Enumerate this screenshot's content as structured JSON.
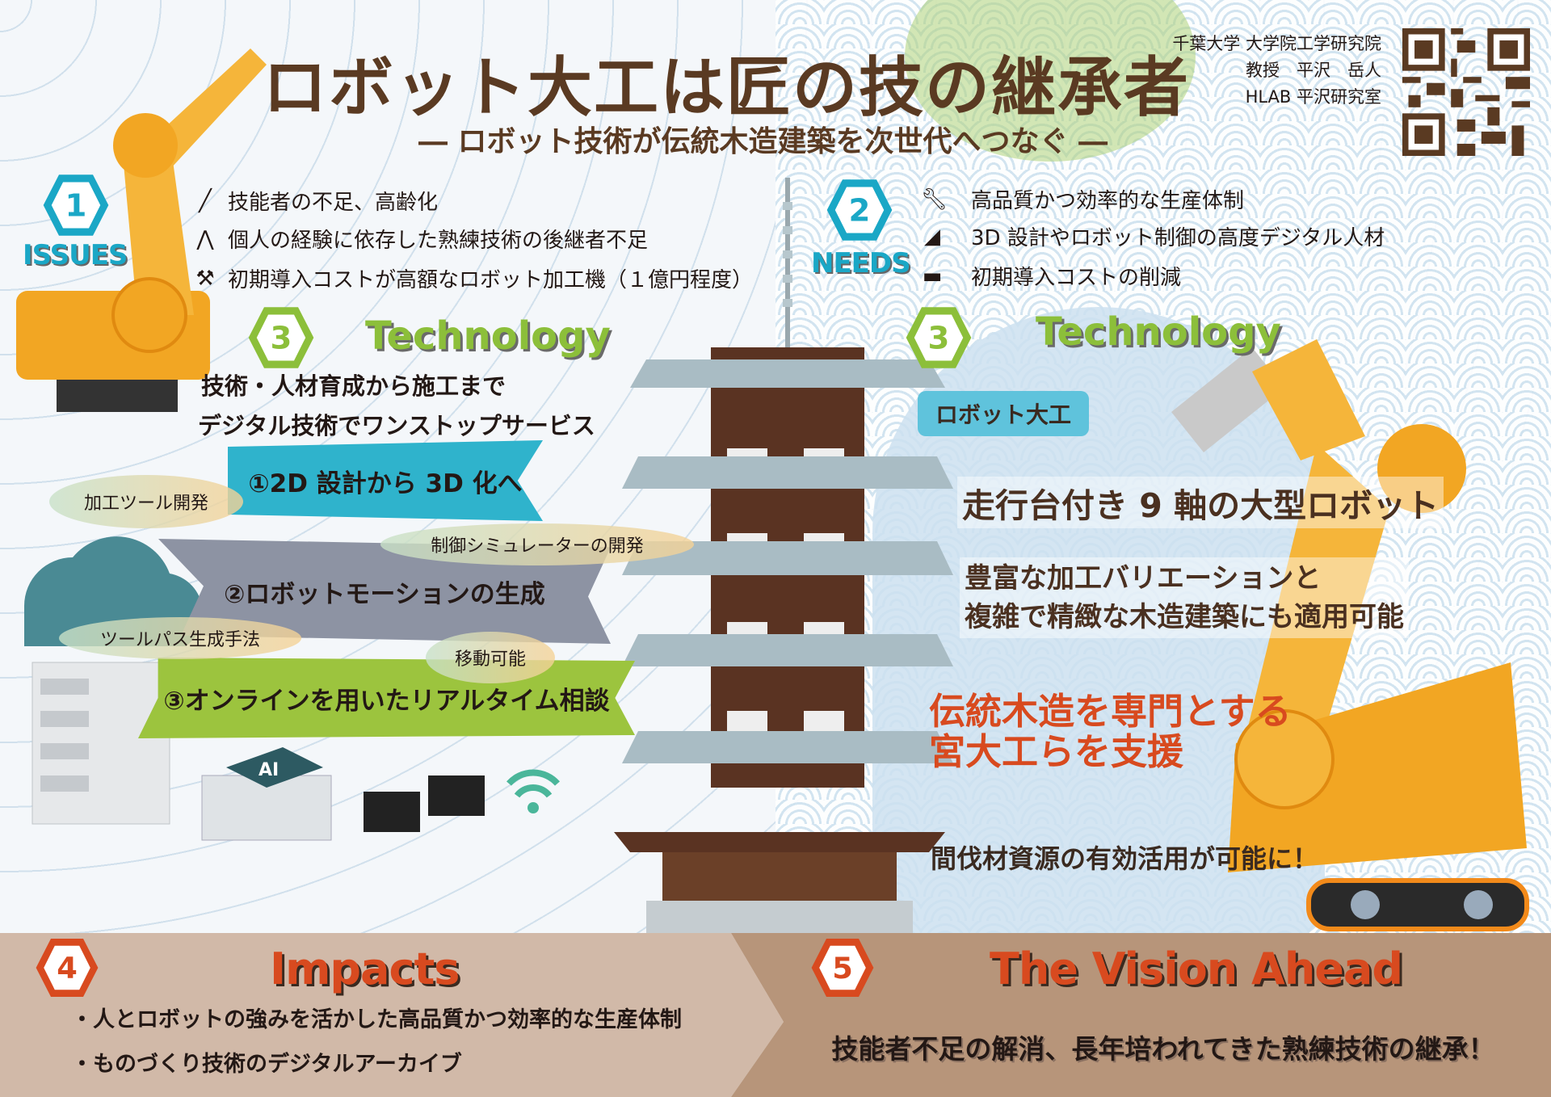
{
  "header": {
    "title": "ロボット大工は匠の技の継承者",
    "subtitle": "― ロボット技術が伝統木造建築を次世代へつなぐ ―",
    "affiliation": [
      "千葉大学 大学院工学研究院",
      "教授　平沢　岳人",
      "HLAB 平沢研究室"
    ],
    "qr_icon": "qr-code"
  },
  "issues": {
    "number": "1",
    "label": "ISSUES",
    "color": "#1aa7c6",
    "items": [
      {
        "icon": "screwdriver-icon",
        "text": "技能者の不足、高齢化"
      },
      {
        "icon": "pliers-icon",
        "text": "個人の経験に依存した熟練技術の後継者不足"
      },
      {
        "icon": "hammer-icon",
        "text": "初期導入コストが高額なロボット加工機（１億円程度）"
      }
    ]
  },
  "needs": {
    "number": "2",
    "label": "NEEDS",
    "color": "#1aa7c6",
    "items": [
      {
        "icon": "wrench-icon",
        "text": "高品質かつ効率的な生産体制"
      },
      {
        "icon": "tape-measure-icon",
        "text": "3D 設計やロボット制御の高度デジタル人材"
      },
      {
        "icon": "paint-roller-icon",
        "text": "初期導入コストの削減"
      }
    ]
  },
  "technology_left": {
    "number": "3",
    "heading": "Technology",
    "lead": [
      "技術・人材育成から施工まで",
      "デジタル技術でワンストップサービス"
    ],
    "banners": [
      "①2D 設計から 3D 化へ",
      "②ロボットモーションの生成",
      "③オンラインを用いたリアルタイム相談"
    ],
    "tags": [
      "加工ツール開発",
      "制御シミュレーターの開発",
      "ツールパス生成手法",
      "移動可能"
    ],
    "chip_label": "AI"
  },
  "technology_right": {
    "number": "3",
    "heading": "Technology",
    "tag": "ロボット大工",
    "robot": "走行台付き 9 軸の大型ロボット",
    "features": [
      "豊富な加工バリエーションと",
      "複雑で精緻な木造建築にも適用可能"
    ],
    "support": [
      "伝統木造を専門とする",
      "宮大工らを支援"
    ],
    "resource": "間伐材資源の有効活用が可能に！"
  },
  "impacts": {
    "number": "4",
    "heading": "Impacts",
    "bullets": [
      "人とロボットの強みを活かした高品質かつ効率的な生産体制",
      "ものづくり技術のデジタルアーカイブ"
    ]
  },
  "vision": {
    "number": "5",
    "heading": "The Vision Ahead",
    "text": "技能者不足の解消、長年培われてきた熟練技術の継承！"
  },
  "colors": {
    "brown": "#5a3a22",
    "teal": "#1aa7c6",
    "green": "#8cbf3a",
    "orange": "#d84a1f",
    "robot": "#f2a623"
  }
}
